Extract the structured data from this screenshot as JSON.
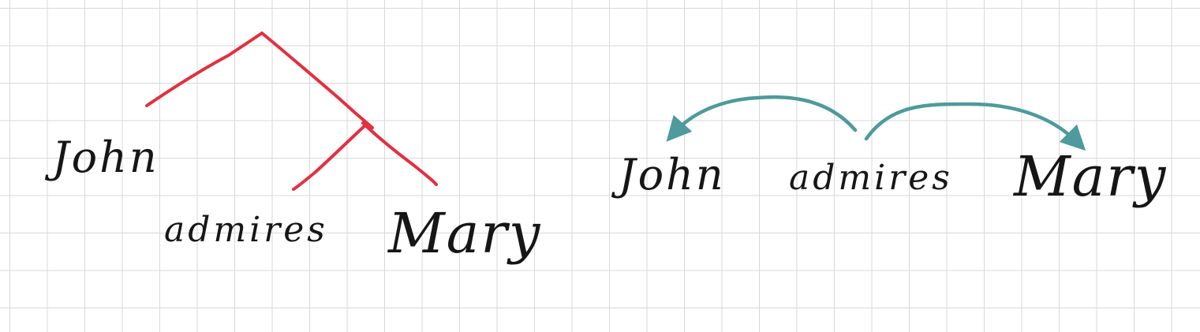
{
  "colors": {
    "tree": "#e2303f",
    "arcs": "#4e9a9c",
    "ink": "#161616",
    "grid": "#d9d9d9"
  },
  "constituency_tree": {
    "words": [
      "John",
      "admires",
      "Mary"
    ]
  },
  "dependency_graph": {
    "words": [
      "John",
      "admires",
      "Mary"
    ],
    "arcs": [
      {
        "head": "admires",
        "dependent": "John"
      },
      {
        "head": "admires",
        "dependent": "Mary"
      }
    ]
  }
}
